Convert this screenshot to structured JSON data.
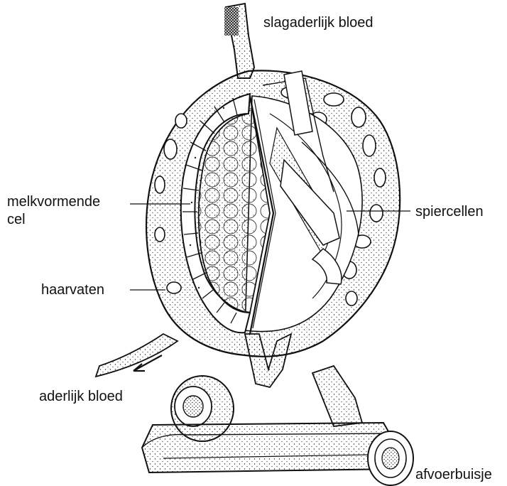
{
  "labels": {
    "arterial_blood": "slagaderlijk bloed",
    "milk_cell_line1": "melkvormende",
    "milk_cell_line2": "cel",
    "muscle_cells": "spiercellen",
    "capillaries": "haarvaten",
    "venous_blood": "aderlijk bloed",
    "duct": "afvoerbuisje"
  },
  "colors": {
    "ink": "#111111",
    "background": "#ffffff"
  }
}
